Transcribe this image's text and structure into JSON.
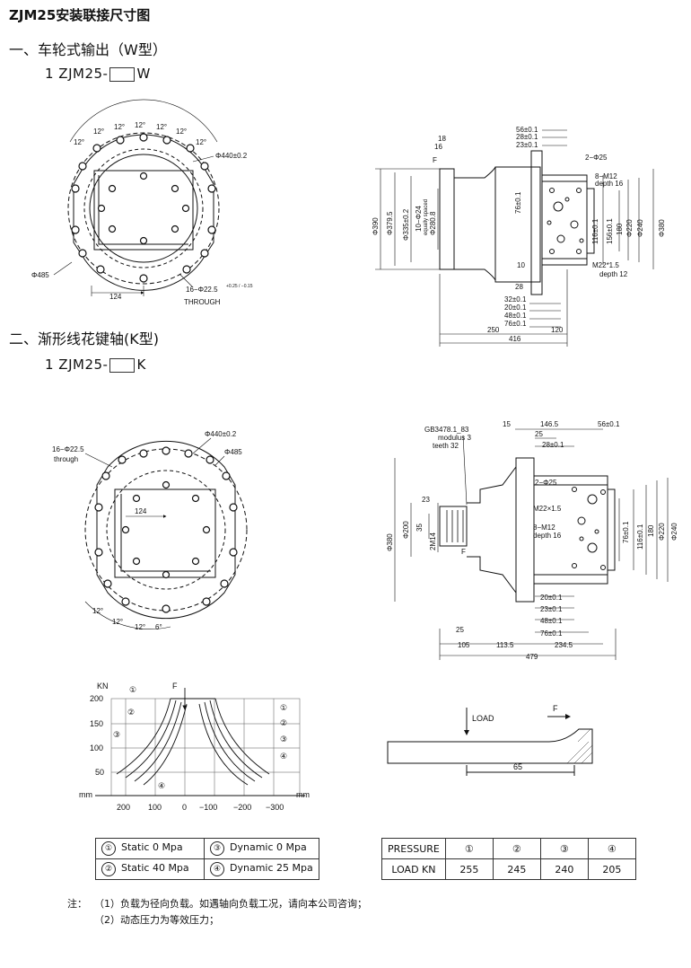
{
  "title": "ZJM25安装联接尺寸图",
  "section1": {
    "heading": "一、车轮式输出（W型）",
    "code_prefix": "1 ZJM25-",
    "code_suffix": "W"
  },
  "section2": {
    "heading": "二、渐形线花键轴(K型)",
    "code_prefix": "1 ZJM25-",
    "code_suffix": "K"
  },
  "w_front": {
    "angles": [
      "12°",
      "12°",
      "12°",
      "12°",
      "12°",
      "12°",
      "12°"
    ],
    "d440": "Φ440±0.2",
    "d485": "Φ485",
    "w124": "124",
    "holes": "16−Φ22.5",
    "holes_tol": "+0.25 / −0.15",
    "through": "THROUGH"
  },
  "w_side": {
    "top": [
      "56±0.1",
      "28±0.1",
      "23±0.1"
    ],
    "left_top": [
      "18",
      "16"
    ],
    "f": "F",
    "holes25": "2−Φ25",
    "m12": "8−M12",
    "depth16": "depth 16",
    "verticals": [
      "Φ390",
      "Φ379.5",
      "Φ335±0.2",
      "10−Φ24",
      "equally spaced",
      "Φ280.8"
    ],
    "v76": "76±0.1",
    "right_verticals": [
      "116±0.1",
      "156±0.1",
      "180",
      "Φ220",
      "Φ240",
      "Φ380"
    ],
    "m22": "M22*1.5",
    "depth12": "depth 12",
    "d10": "10",
    "d28": "28",
    "bottom": [
      "32±0.1",
      "20±0.1",
      "48±0.1",
      "76±0.1"
    ],
    "d250": "250",
    "d120": "120",
    "d416": "416"
  },
  "k_front": {
    "holes": "16−Φ22.5",
    "through": "through",
    "d440": "Φ440±0.2",
    "d485": "Φ485",
    "w124": "124",
    "angles": [
      "12°",
      "12°",
      "12°",
      "6°"
    ]
  },
  "k_side": {
    "spline": [
      "GB3478.1_83",
      "modulus 3",
      "teeth 32"
    ],
    "top": [
      "15",
      "146.5",
      "56±0.1",
      "25",
      "28±0.1"
    ],
    "holes25": "2−Φ25",
    "m22": "M22×1.5",
    "m12": "8−M12",
    "depth16": "depth 16",
    "left": [
      "23",
      "35",
      "2M14",
      "Φ200",
      "Φ380"
    ],
    "f": "F",
    "right": [
      "76±0.1",
      "116±0.1",
      "180",
      "Φ220",
      "Φ240"
    ],
    "bottom": [
      "20±0.1",
      "23±0.1",
      "48±0.1",
      "76±0.1"
    ],
    "d25": "25",
    "d105": "105",
    "d1135": "113.5",
    "d2345": "234.5",
    "d479": "479"
  },
  "load_chart": {
    "kn": "KN",
    "f": "F",
    "y_ticks": [
      "200",
      "150",
      "100",
      "50"
    ],
    "x_ticks": [
      "200",
      "100",
      "0",
      "−100",
      "−200",
      "−300"
    ],
    "mm_left": "mm",
    "mm_right": "mm",
    "curve_labels": [
      "①",
      "②",
      "③",
      "④"
    ]
  },
  "load_diagram": {
    "load": "LOAD",
    "f": "F",
    "d65": "65"
  },
  "legend": [
    {
      "num": "①",
      "text": "Static 0 Mpa"
    },
    {
      "num": "③",
      "text": "Dynamic  0 Mpa"
    },
    {
      "num": "②",
      "text": "Static 40 Mpa"
    },
    {
      "num": "④",
      "text": "Dynamic  25 Mpa"
    }
  ],
  "pressure_table": {
    "row1_label": "PRESSURE",
    "row1": [
      "①",
      "②",
      "③",
      "④"
    ],
    "row2_label": "LOAD KN",
    "row2": [
      "255",
      "245",
      "240",
      "205"
    ]
  },
  "notes": {
    "label": "注：",
    "lines": [
      "（1）负载为径向负载。如遇轴向负载工况，请向本公司咨询；",
      "（2）动态压力为等效压力；"
    ]
  }
}
